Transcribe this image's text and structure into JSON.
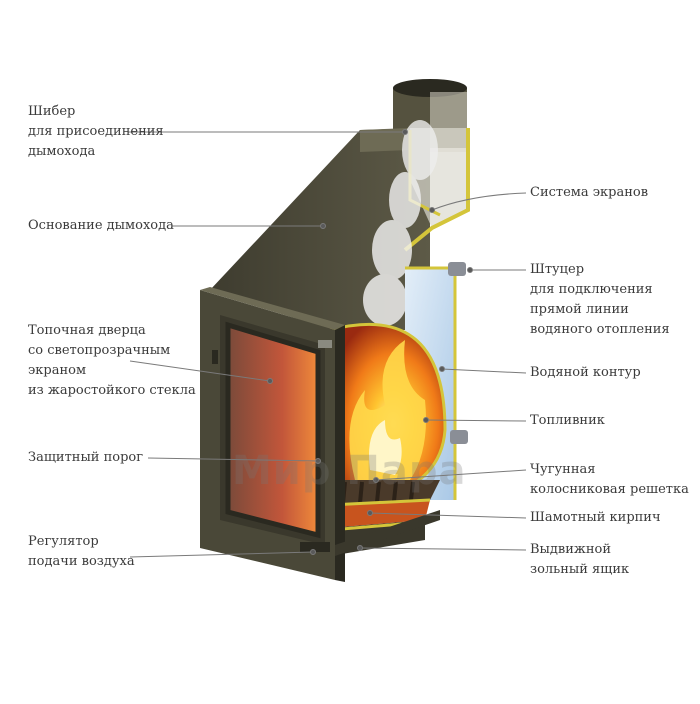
{
  "colors": {
    "body": "#4c4a3a",
    "body_dark": "#2f2e24",
    "body_light": "#6e6b55",
    "edge_yellow": "#d4c53a",
    "water": "#bcd6ee",
    "fire": "#f08a1a",
    "leader": "#7a7a7a",
    "text": "#3a3a3a"
  },
  "watermark": "Мир Пара",
  "labels_left": [
    {
      "lines": [
        "Шибер",
        "для присоединения",
        "дымохода"
      ]
    },
    {
      "lines": [
        "Основание дымохода"
      ]
    },
    {
      "lines": [
        "Топочная дверца",
        "со светопрозрачным",
        "экраном",
        "из жаростойкого стекла"
      ]
    },
    {
      "lines": [
        "Защитный порог"
      ]
    },
    {
      "lines": [
        "Регулятор",
        "подачи воздуха"
      ]
    }
  ],
  "labels_right": [
    {
      "lines": [
        "Система экранов"
      ]
    },
    {
      "lines": [
        "Штуцер",
        "для подключения",
        "прямой линии",
        "водяного отопления"
      ]
    },
    {
      "lines": [
        "Водяной контур"
      ]
    },
    {
      "lines": [
        "Топливник"
      ]
    },
    {
      "lines": [
        "Чугунная",
        "колосниковая решетка"
      ]
    },
    {
      "lines": [
        "Шамотный кирпич"
      ]
    },
    {
      "lines": [
        "Выдвижной",
        "зольный ящик"
      ]
    }
  ]
}
